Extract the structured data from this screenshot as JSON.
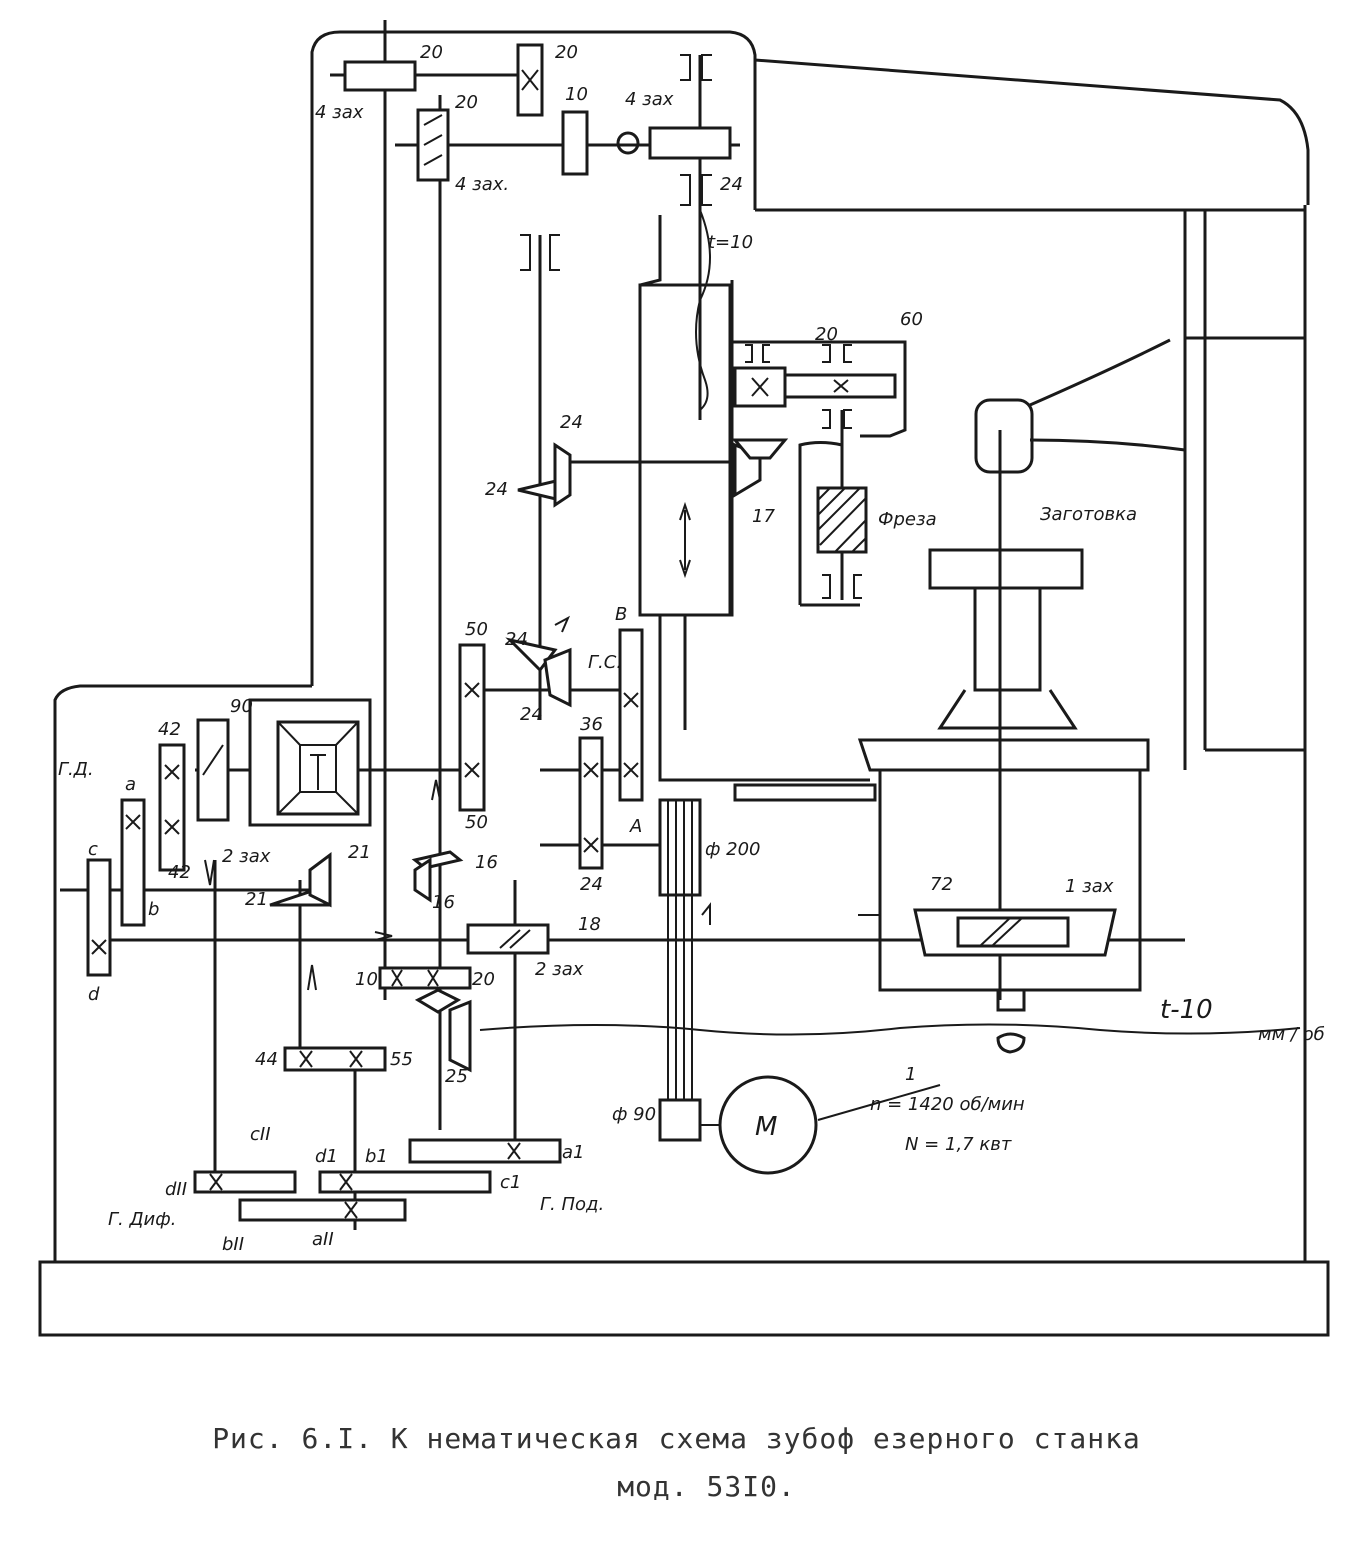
{
  "caption": {
    "line1": "Рис. 6.I. К нематическая схема зубоф езерного станка",
    "line2": "мод. 53I0."
  },
  "labels": {
    "t_top": "t=10",
    "t_bottom": "t-10",
    "freza": "Фреза",
    "zagotovka": "Заготовка",
    "motor": "М",
    "motor_n": "n = 1420 об/мин",
    "motor_power": "N = 1,7 квт",
    "motor_index": "1",
    "pulley_large": "ф 200",
    "pulley_small": "ф 90",
    "gd": "Г.Д.",
    "gs": "Г.С.",
    "gpod": "Г. Под.",
    "gdif": "Г. Диф.",
    "num_20a": "20",
    "num_20b": "20",
    "num_20c": "20",
    "num_20d": "20",
    "num_10a": "10",
    "num_10b": "10",
    "num_24a": "24",
    "num_24b": "24",
    "num_24c": "24",
    "num_24d": "24",
    "num_24e": "24",
    "num_24f": "24",
    "num_60": "60",
    "num_17": "17",
    "num_50a": "50",
    "num_50b": "50",
    "num_36": "36",
    "num_90": "90",
    "num_42a": "42",
    "num_42b": "42",
    "num_21a": "21",
    "num_21b": "21",
    "num_16a": "16",
    "num_16b": "16",
    "num_18": "18",
    "num_20e": "20",
    "num_44": "44",
    "num_55": "55",
    "num_25": "25",
    "num_72": "72",
    "zah4a": "4 зах",
    "zah4b": "4 зах",
    "zah4c": "4 зах.",
    "zah2": "2 зах",
    "zah1": "1 зах",
    "zah2b": "2 зах",
    "g_a": "a",
    "g_c": "c",
    "g_b": "b",
    "g_d": "d",
    "g_B": "B",
    "g_A": "A",
    "g_a1": "a1",
    "g_b1": "b1",
    "g_c1": "c1",
    "g_d1": "d1",
    "g_a2": "aII",
    "g_b2": "bII",
    "g_c2": "cII",
    "g_d2": "dII",
    "mm_turn": "мм / об"
  }
}
